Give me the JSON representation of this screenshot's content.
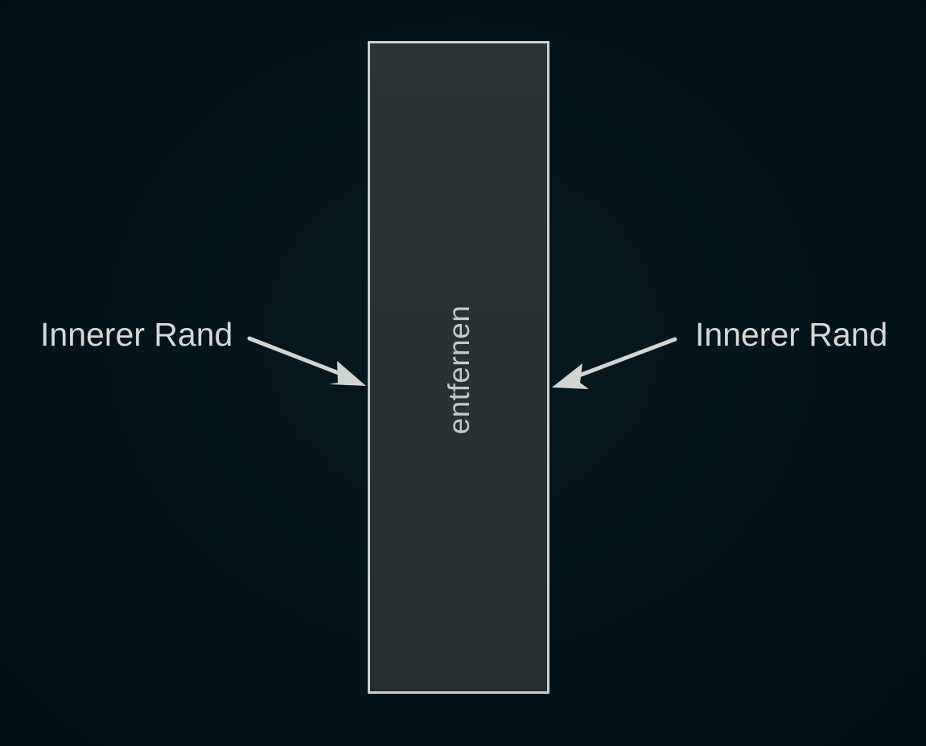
{
  "diagram": {
    "panel_label": "entfernen",
    "callouts": [
      {
        "label": "Innerer Rand"
      },
      {
        "label": "Innerer Rand"
      }
    ],
    "colors": {
      "background": "#02151b",
      "panel_fill": "#293333",
      "panel_border": "#c9cfcd",
      "text": "#d4d9d8",
      "arrow": "#d0d5d4"
    }
  }
}
